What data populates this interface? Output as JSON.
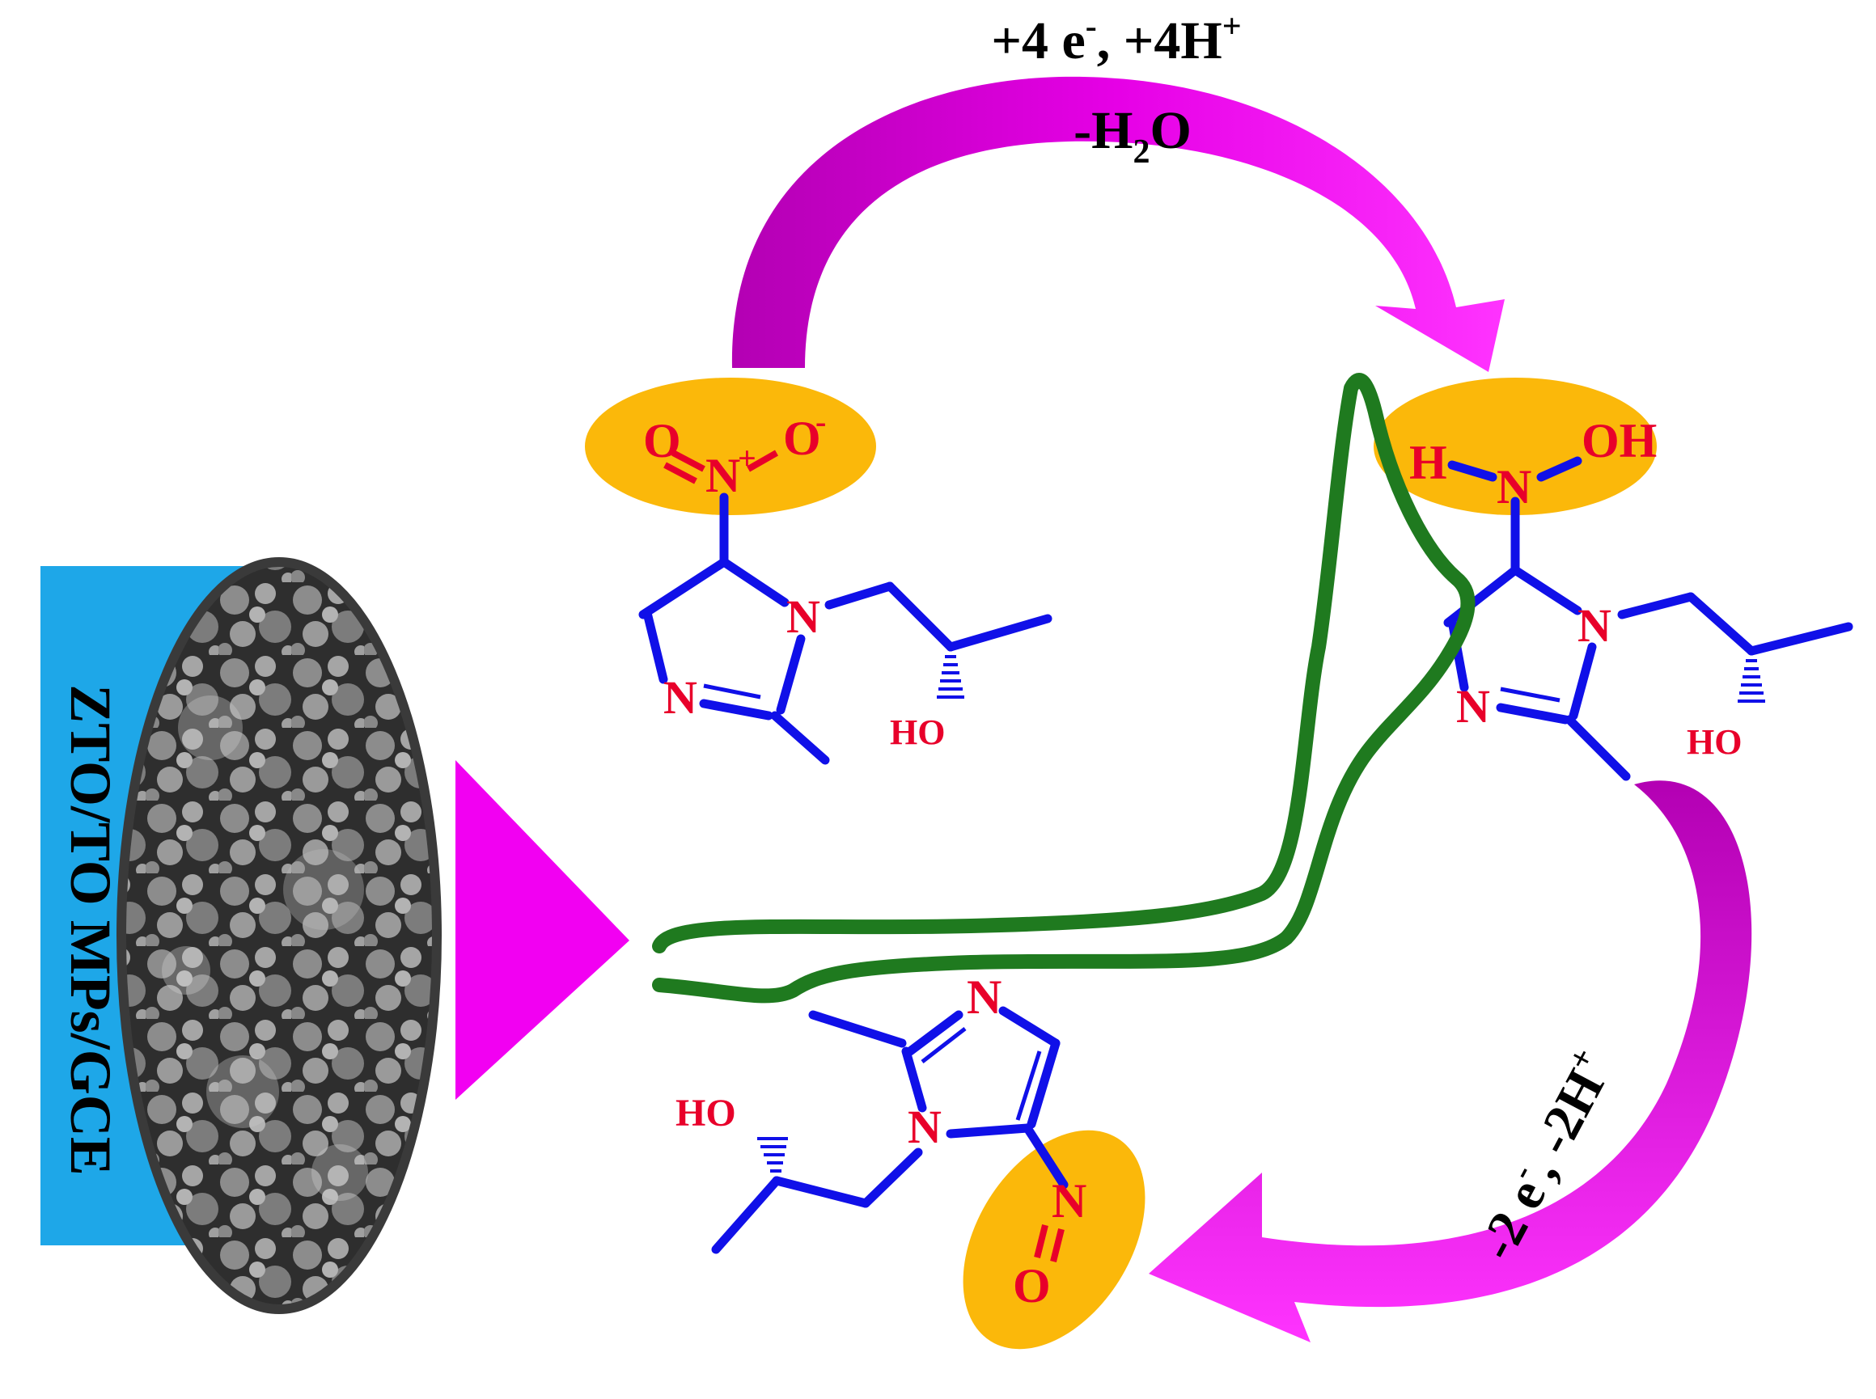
{
  "electrode": {
    "label": "ZTO/TO MPs/GCE",
    "colors": {
      "cylinder": "#1ea7e8",
      "rim": "#3a3a3a",
      "sem_bg": "#2e2e2e",
      "grain": "#8a8a8a"
    }
  },
  "top_reaction": {
    "line1": {
      "a": "+4 e",
      "a_sup": "-",
      "b": ", +4H",
      "b_sup": "+"
    },
    "line2": {
      "a": "-H",
      "a_sub": "2",
      "b": "O"
    }
  },
  "bottom_reaction": {
    "a": "-2 e",
    "a_sup": "-",
    "b": ", -2H",
    "b_sup": "+"
  },
  "molecule_nitro": {
    "O_left": "O",
    "N": "N",
    "N_charge": "+",
    "O_right": "O",
    "O_charge": "-",
    "ring_N1": "N",
    "ring_N3": "N",
    "hydroxyl": "HO"
  },
  "molecule_hydroxylamine": {
    "H": "H",
    "N": "N",
    "OH": "OH",
    "ring_N1": "N",
    "ring_N3": "N",
    "hydroxyl": "HO"
  },
  "molecule_nitroso": {
    "N": "N",
    "O": "O",
    "ring_N1": "N",
    "ring_N3": "N",
    "hydroxyl": "HO"
  },
  "colors": {
    "arrow": "#d500d5",
    "arrow_dark": "#b000b8",
    "highlight": "#fbb80a",
    "bond": "#1010e8",
    "atom": "#e8002a",
    "voltammogram": "#1f7a1f"
  }
}
